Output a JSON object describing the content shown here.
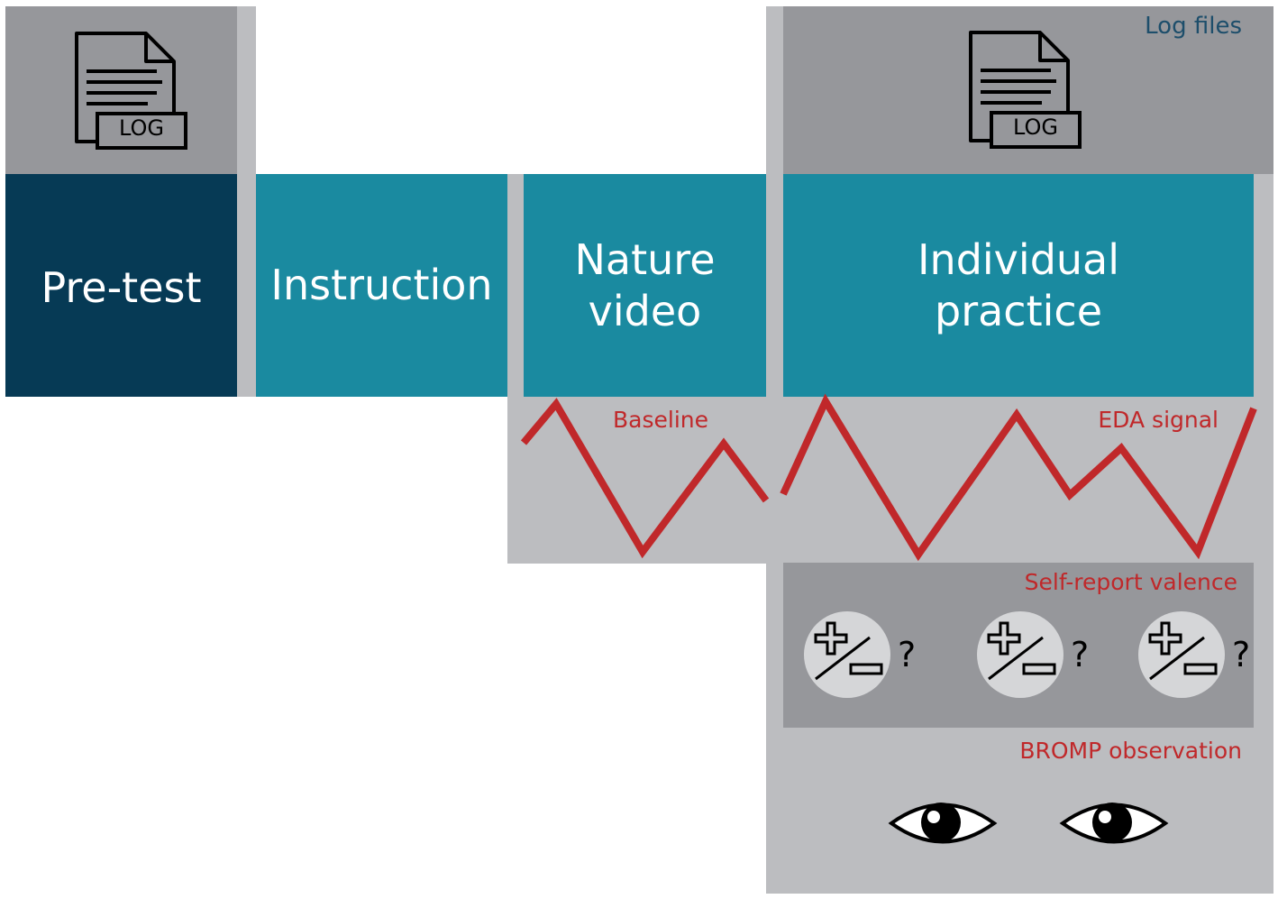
{
  "phases": {
    "pretest": "Pre-test",
    "instruction": "Instruction",
    "nature_video": "Nature\nvideo",
    "individual_practice": "Individual\npractice"
  },
  "labels": {
    "log_files": "Log files",
    "baseline": "Baseline",
    "eda_signal": "EDA signal",
    "self_report_valence": "Self-report valence",
    "bromp_observation": "BROMP observation"
  },
  "log_icon_text": "LOG",
  "question_mark": "?",
  "icons": [
    "log-file-icon",
    "valence-plus-minus-icon",
    "eye-icon"
  ],
  "colors": {
    "navy": "#063a55",
    "teal": "#1a8aa0",
    "gray_light": "#bcbdc0",
    "gray_mid": "#96979b",
    "signal_red": "#c0282a",
    "log_files_text": "#1d4e6b"
  }
}
